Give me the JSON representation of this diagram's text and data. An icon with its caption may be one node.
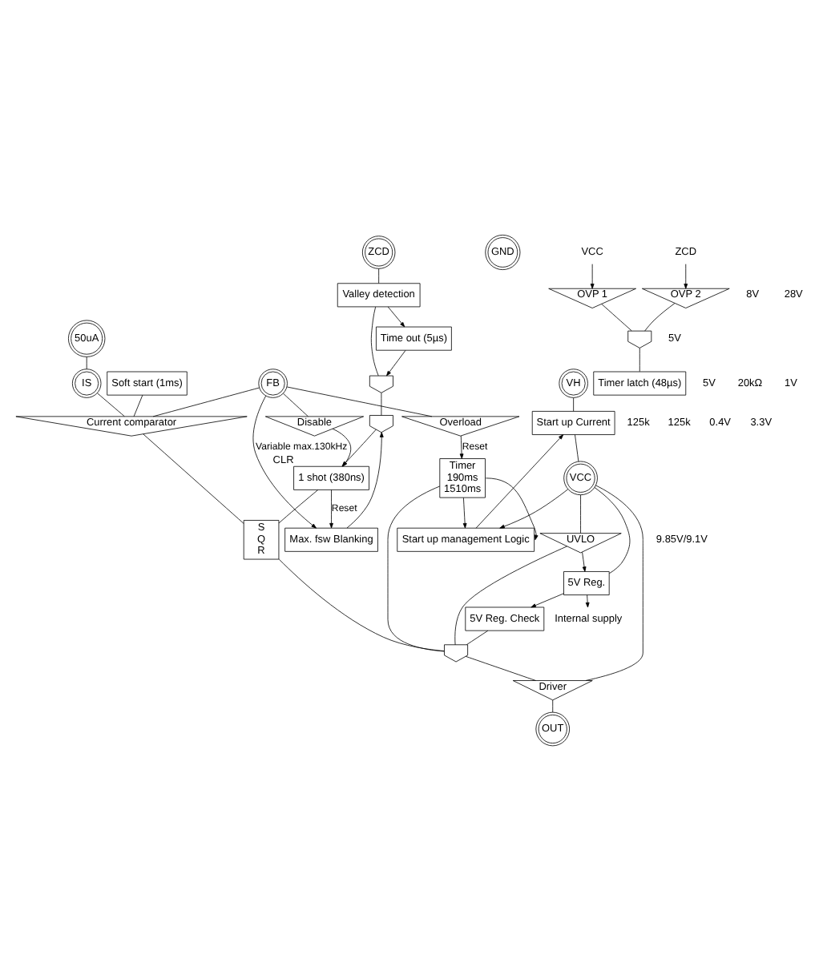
{
  "diagram": {
    "nodes": [
      {
        "text": [
          "ZCD"
        ]
      },
      {
        "text": [
          "VH"
        ]
      },
      {
        "text": [
          "VCC"
        ]
      },
      {
        "text": [
          "IS"
        ]
      },
      {
        "text": [
          "FB"
        ]
      },
      {
        "text": [
          "OUT"
        ]
      },
      {
        "text": [
          "GND"
        ]
      },
      {
        "text": [
          "Valley detection"
        ]
      },
      {
        "text": [
          "Time out (5µs)"
        ]
      },
      {
        "text": [],
        "shape": "gate"
      },
      {
        "text": [],
        "shape": "gate"
      },
      {
        "text": [
          "1 shot (380ns)"
        ],
        "beside": [
          "CLR"
        ]
      },
      {
        "text": [
          "Start up management Logic"
        ]
      },
      {
        "text": [
          "Start up Current"
        ]
      },
      {
        "text": [
          "Max. fsw Blanking"
        ]
      },
      {
        "text": [
          "UVLO"
        ]
      },
      {
        "text": [
          "5V Reg."
        ]
      },
      {
        "text": [
          "5V Reg. Check"
        ]
      },
      {
        "text": [
          "Internal supply"
        ]
      },
      {
        "text": [],
        "shape": "gate"
      },
      {
        "text": [
          "Driver"
        ]
      },
      {
        "text": [
          "Current comparator"
        ]
      },
      {
        "text": [
          "S",
          "Q",
          "R"
        ]
      },
      {
        "text": [
          "Soft start (1ms)"
        ]
      },
      {
        "text": [
          "Disable"
        ]
      },
      {
        "text": [
          "Overload"
        ]
      },
      {
        "text": [
          "Timer",
          "190ms",
          "1510ms"
        ]
      },
      {
        "text": [
          "OVP 2"
        ]
      },
      {
        "text": [
          "OVP 1"
        ]
      },
      {
        "text": [],
        "shape": "gate"
      },
      {
        "text": [
          "Timer latch (48µs)"
        ]
      },
      {
        "text": [
          "50uA"
        ]
      },
      {
        "text": [
          "ZCD"
        ]
      },
      {
        "text": [
          "VCC"
        ]
      }
    ],
    "edges": [
      {
        "from": 0,
        "to": 7,
        "arrow": "none"
      },
      {
        "from": 7,
        "to": 9,
        "arrow": "none"
      },
      {
        "from": 7,
        "to": 8,
        "arrow": "to"
      },
      {
        "from": 8,
        "to": 9,
        "arrow": "to"
      },
      {
        "from": 9,
        "to": 10,
        "arrow": "none"
      },
      {
        "from": 14,
        "to": 10,
        "arrow": "to"
      },
      {
        "from": 10,
        "to": 11,
        "arrow": "to"
      },
      {
        "from": 11,
        "to": 22,
        "arrow": "none"
      },
      {
        "from": 11,
        "to": 14,
        "label": "Reset",
        "arrow": "to"
      },
      {
        "from": 4,
        "to": 14,
        "label": "Variable max.130kHz",
        "arrow": "to"
      },
      {
        "from": 31,
        "to": 3,
        "arrow": "none"
      },
      {
        "from": 3,
        "to": 21,
        "arrow": "none"
      },
      {
        "from": 4,
        "to": 21,
        "arrow": "none"
      },
      {
        "from": 23,
        "to": 21,
        "arrow": "none"
      },
      {
        "from": 21,
        "to": 22,
        "arrow": "none"
      },
      {
        "from": 22,
        "to": 19,
        "arrow": "none"
      },
      {
        "from": 4,
        "to": 24,
        "arrow": "none"
      },
      {
        "from": 4,
        "to": 25,
        "arrow": "none"
      },
      {
        "from": 24,
        "to": 11,
        "arrow": "to"
      },
      {
        "from": 25,
        "to": 26,
        "label": "Reset",
        "arrow": "to"
      },
      {
        "from": 26,
        "to": 12,
        "arrow": "to"
      },
      {
        "from": 26,
        "to": 12,
        "arrow": "to"
      },
      {
        "from": 26,
        "to": 19,
        "arrow": "none"
      },
      {
        "from": 1,
        "to": 13,
        "arrow": "none"
      },
      {
        "from": 12,
        "to": 13,
        "arrow": "to"
      },
      {
        "from": 13,
        "to": 2,
        "arrow": "none"
      },
      {
        "from": 2,
        "to": 12,
        "arrow": "to"
      },
      {
        "from": 2,
        "to": 15,
        "arrow": "none"
      },
      {
        "from": 2,
        "to": 16,
        "arrow": "none"
      },
      {
        "from": 15,
        "to": 16,
        "arrow": "to"
      },
      {
        "from": 16,
        "to": 17,
        "arrow": "to"
      },
      {
        "from": 16,
        "to": 18,
        "arrow": "to"
      },
      {
        "from": 17,
        "to": 19,
        "arrow": "none"
      },
      {
        "from": 15,
        "to": 19,
        "arrow": "none"
      },
      {
        "from": 19,
        "to": 20,
        "arrow": "none"
      },
      {
        "from": 2,
        "to": 20,
        "arrow": "none"
      },
      {
        "from": 20,
        "to": 5,
        "arrow": "none"
      },
      {
        "from": 32,
        "to": 27,
        "arrow": "to"
      },
      {
        "from": 33,
        "to": 28,
        "arrow": "to"
      },
      {
        "from": 27,
        "to": 29,
        "arrow": "none"
      },
      {
        "from": 28,
        "to": 29,
        "arrow": "none"
      },
      {
        "from": 29,
        "to": 30,
        "arrow": "none"
      }
    ],
    "labels": [
      "5V",
      "5V",
      "20kΩ",
      "125k",
      "125k",
      "1V",
      "0.4V",
      "3.3V",
      "9.85V/9.1V",
      "8V",
      "28V"
    ]
  }
}
